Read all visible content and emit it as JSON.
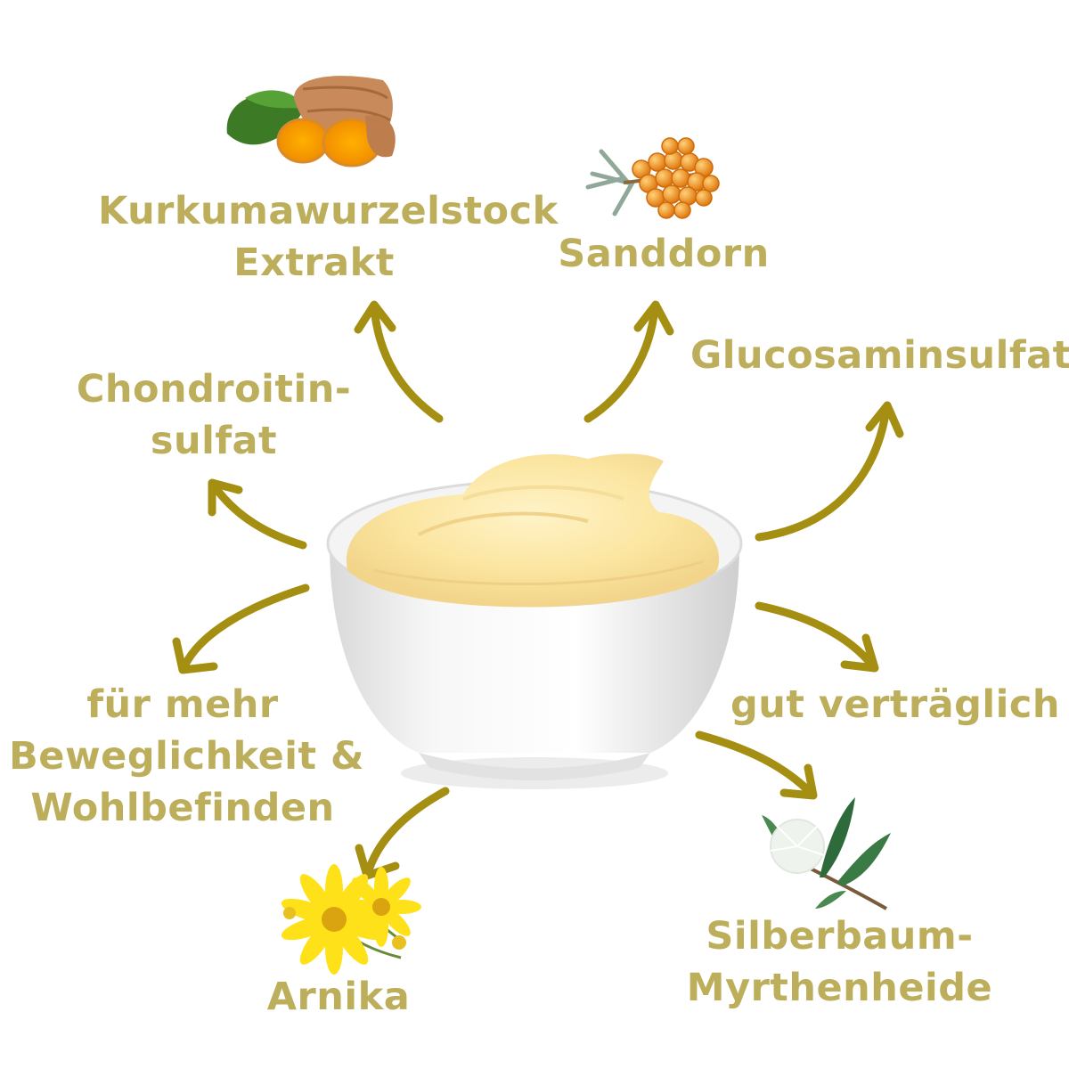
{
  "colors": {
    "label": "#bcae5a",
    "arrow": "#a58f12"
  },
  "icons": {
    "center": "cream-bowl-image",
    "turmeric": "turmeric-root-icon",
    "sea_buckthorn": "sea-buckthorn-icon",
    "arnica": "arnica-flower-icon",
    "tea_tree": "tea-tree-branch-icon"
  },
  "labels": {
    "turmeric": [
      "Kurkumawurzelstock",
      "Extrakt"
    ],
    "sea_buckthorn": [
      "Sanddorn"
    ],
    "glucosamine": [
      "Glucosaminsulfat"
    ],
    "chondroitin": [
      "Chondroitin-",
      "sulfat"
    ],
    "mobility": [
      "für mehr",
      "Beweglichkeit &",
      "Wohlbefinden"
    ],
    "tolerable": [
      "gut verträglich"
    ],
    "arnica": [
      "Arnika"
    ],
    "tea_tree": [
      "Silberbaum-",
      "Myrthenheide"
    ]
  }
}
